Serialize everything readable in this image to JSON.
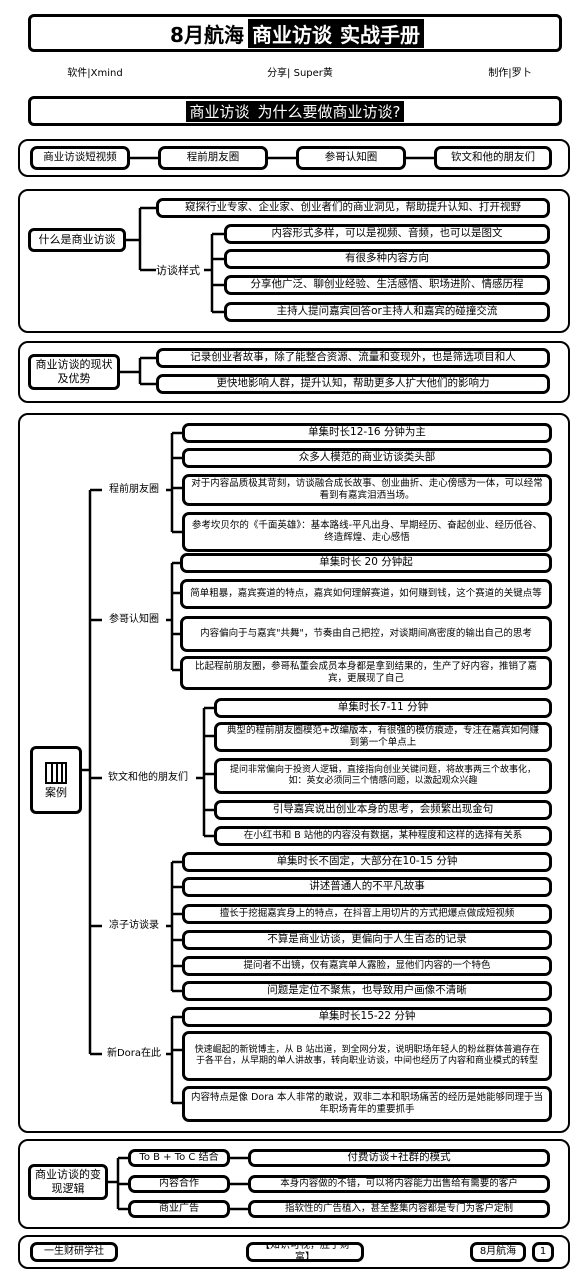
{
  "title": {
    "part1": "8月航海",
    "part2": "商业访谈",
    "part3": "实战手册"
  },
  "meta": {
    "software": "软件|Xmind",
    "sharer": "分享| Super黄",
    "maker": "制作|罗卜"
  },
  "question": {
    "part1": "商业访谈",
    "part2": "为什么要做商业访谈?"
  },
  "video_row": {
    "root": "商业访谈短视频",
    "items": [
      "程前朋友圈",
      "参哥认知圈",
      "钦文和他的朋友们"
    ]
  },
  "what": {
    "root": "什么是商业访谈",
    "top": "窥探行业专家、企业家、创业者们的商业洞见，帮助提升认知、打开视野",
    "format_label": "访谈样式",
    "format_items": [
      "内容形式多样，可以是视频、音频，也可以是图文",
      "有很多种内容方向",
      "分享他广泛、聊创业经验、生活感悟、职场进阶、情感历程",
      "主持人提问嘉宾回答or主持人和嘉宾的碰撞交流"
    ]
  },
  "status": {
    "root": "商业访谈的现状及优势",
    "items": [
      "记录创业者故事，除了能整合资源、流量和变现外，也是筛选项目和人",
      "更快地影响人群，提升认知，帮助更多人扩大他们的影响力"
    ]
  },
  "cases": {
    "root_label": "案例",
    "groups": [
      {
        "name": "程前朋友圈",
        "items": [
          "单集时长12-16 分钟为主",
          "众多人模范的商业访谈类头部",
          "对于内容品质极其苛刻，访谈融合成长故事、创业曲折、走心傍感为一体，可以经常看到有嘉宾泪洒当场。",
          "参考坎贝尔的《千面英雄》：基本路线-平凡出身、早期经历、奋起创业、经历低谷、终造辉煌、走心感悟"
        ]
      },
      {
        "name": "参哥认知圈",
        "items": [
          "单集时长 20 分钟起",
          "简单粗暴，嘉宾赛道的特点，嘉宾如何理解赛道，如何赚到钱，这个赛道的关键点等",
          "内容偏向于与嘉宾\"共舞\"，节奏由自己把控，对谈期间高密度的输出自己的思考",
          "比起程前朋友圈，参哥私董会成员本身都是拿到结果的，生产了好内容，推销了嘉宾，更展现了自己"
        ]
      },
      {
        "name": "钦文和他的朋友们",
        "items": [
          "单集时长7-11 分钟",
          "典型的程前朋友圈模范+改编版本，有很强的模仿痕迹，专注在嘉宾如何赚到第一个单点上",
          "提问非常偏向于投资人逻辑，直接指向创业关键问题，将故事两三个故事化，如：英女必须同三个情感问题，以激起观众兴趣",
          "引导嘉宾说出创业本身的思考，会频繁出现金句",
          "在小红书和 B 站他的内容没有数据，某种程度和这样的选择有关系"
        ]
      },
      {
        "name": "凉子访谈录",
        "items": [
          "单集时长不固定，大部分在10-15 分钟",
          "讲述普通人的不平凡故事",
          "擅长于挖掘嘉宾身上的特点，在抖音上用切片的方式把爆点做成短视频",
          "不算是商业访谈，更偏向于人生百态的记录",
          "提问者不出镜，仅有嘉宾单人露脸，显他们内容的一个特色",
          "问题是定位不聚焦，也导致用户画像不清晰"
        ]
      },
      {
        "name": "新Dora在此",
        "items": [
          "单集时长15-22 分钟",
          "快速崛起的新锐博主，从 B 站出道，到全网分发，说明职场年轻人的粉丝群体普遍存在于各平台，从早期的单人讲故事，转向职业访谈，中间也经历了内容和商业模式的转型",
          "内容特点是像 Dora 本人非常的敢说，双非二本和职场痛苦的经历是她能够同理于当年职场青年的重要抓手"
        ]
      }
    ]
  },
  "monetize": {
    "root": "商业访谈的变现逻辑",
    "rows": [
      {
        "label": "To B + To C 结合",
        "value": "付费访谈+社群的模式"
      },
      {
        "label": "内容合作",
        "value": "本身内容做的不错，可以将内容能力出售给有需要的客户"
      },
      {
        "label": "商业广告",
        "value": "指软性的广告植入，甚至整集内容都是专门为客户定制"
      }
    ]
  },
  "footer": {
    "left": "一生财研学社",
    "center": "【知识可视，胜于财富】",
    "right": "8月航海",
    "page": "1"
  }
}
